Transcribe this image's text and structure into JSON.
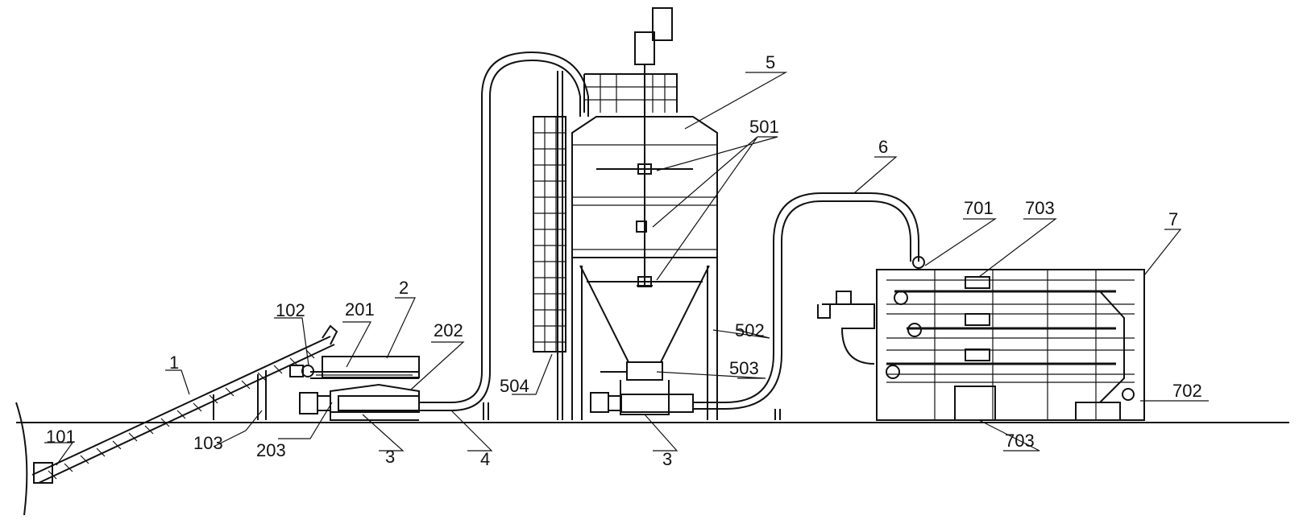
{
  "labels": {
    "l1": "1",
    "l101": "101",
    "l102": "102",
    "l103": "103",
    "l2": "2",
    "l201": "201",
    "l202": "202",
    "l203": "203",
    "l3a": "3",
    "l3b": "3",
    "l4": "4",
    "l5": "5",
    "l501": "501",
    "l502": "502",
    "l503": "503",
    "l504": "504",
    "l6": "6",
    "l7": "7",
    "l701": "701",
    "l702": "702",
    "l703a": "703",
    "l703b": "703"
  }
}
